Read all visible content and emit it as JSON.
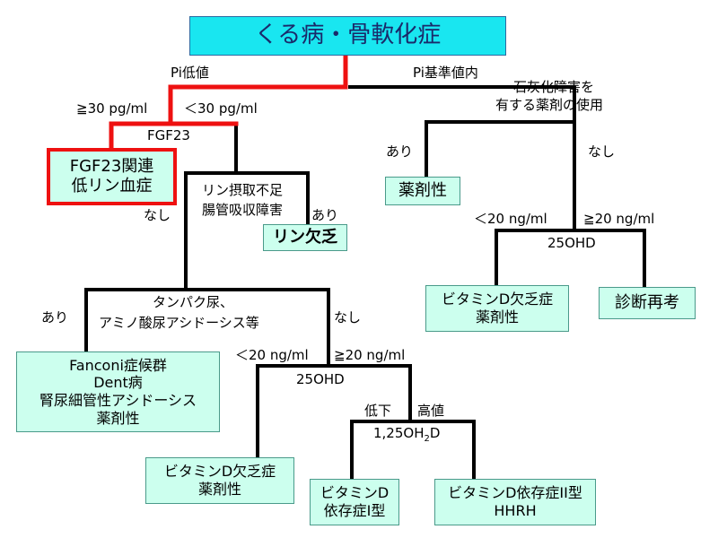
{
  "title": "くる病・骨軟化症",
  "labels": {
    "pi_low": "Pi低値",
    "pi_normal": "Pi基準値内",
    "calcification_drug_q1": "石灰化障害を",
    "calcification_drug_q2": "有する薬剤の使用",
    "fgf_ge30": "≧30 pg/ml",
    "fgf_lt30": "＜30 pg/ml",
    "fgf23": "FGF23",
    "drug_yes": "あり",
    "drug_no": "なし",
    "intake_q1": "リン摂取不足",
    "intake_q2": "腸管吸収障害",
    "intake_no": "なし",
    "intake_yes": "あり",
    "vd_lt20_right": "＜20 ng/ml",
    "vd_ge20_right": "≧20 ng/ml",
    "ohd25_right": "25OHD",
    "protein_q1": "タンパク尿、",
    "protein_q2": "アミノ酸尿アシドーシス等",
    "protein_yes": "あり",
    "protein_no": "なし",
    "vd_lt20_mid": "＜20 ng/ml",
    "vd_ge20_mid": "≧20 ng/ml",
    "ohd25_mid": "25OHD",
    "low": "低下",
    "high": "高値",
    "oh2d_pre": "1,25OH",
    "oh2d_sub": "2",
    "oh2d_post": "D"
  },
  "boxes": {
    "fgf23_hypophos_1": "FGF23関連",
    "fgf23_hypophos_2": "低リン血症",
    "phos_deficiency": "リン欠乏",
    "drug_induced": "薬剤性",
    "vitd_def_right_1": "ビタミンD欠乏症",
    "vitd_def_right_2": "薬剤性",
    "reconsider": "診断再考",
    "fanconi_1": "Fanconi症候群",
    "fanconi_2": "Dent病",
    "fanconi_3": "腎尿細管性アシドーシス",
    "fanconi_4": "薬剤性",
    "vitd_def_mid_1": "ビタミンD欠乏症",
    "vitd_def_mid_2": "薬剤性",
    "vdd1_1": "ビタミンD",
    "vdd1_2": "依存症I型",
    "vdd2_1": "ビタミンD依存症II型",
    "vdd2_2": "HHRH"
  },
  "colors": {
    "title_fill": "#19e6f0",
    "box_fill": "#ccffee",
    "highlight_path": "#ee1111",
    "line": "#000000"
  }
}
